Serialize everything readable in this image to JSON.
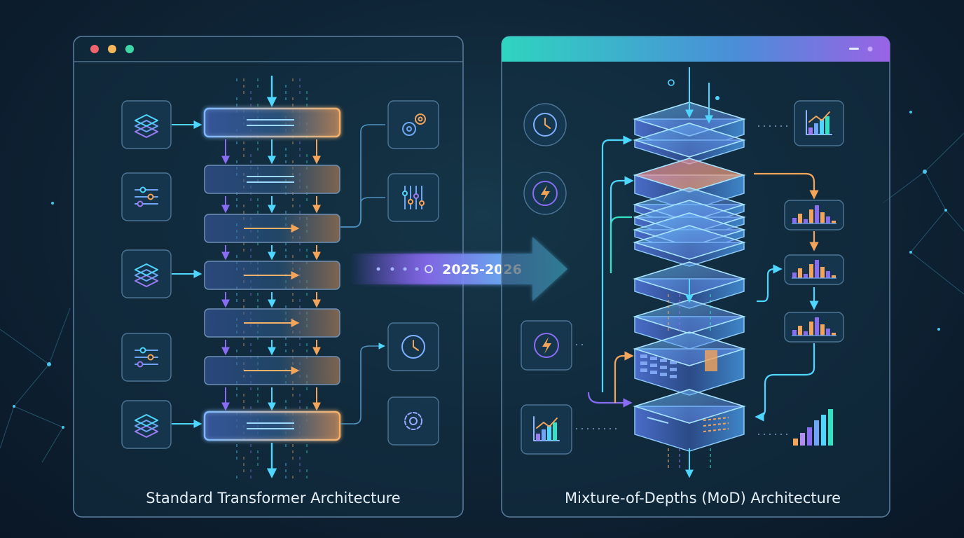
{
  "left_panel": {
    "caption": "Standard Transformer Architecture",
    "layer_count": 7,
    "icons_left": [
      "layers-icon",
      "sliders-icon",
      "layers-icon",
      "sliders-icon",
      "layers-icon"
    ],
    "icons_right": [
      "gears-icon",
      "equalizer-icon",
      "clock-icon",
      "gear-icon"
    ]
  },
  "right_panel": {
    "caption": "Mixture-of-Depths (MoD) Architecture",
    "icons_left": [
      "clock-icon",
      "lightning-icon",
      "lightning-icon",
      "chart-growth-icon"
    ],
    "icons_right": [
      "chart-growth-icon",
      "bar-chart-icon",
      "bar-chart-icon",
      "bar-chart-icon",
      "bar-chart-icon"
    ]
  },
  "transition": {
    "label": "2025-2026"
  },
  "colors": {
    "cyan": "#4fd6ff",
    "teal": "#35e0c4",
    "purple": "#8a6cf2",
    "orange": "#f4a55a",
    "panel_border": "#5a7fa0"
  }
}
